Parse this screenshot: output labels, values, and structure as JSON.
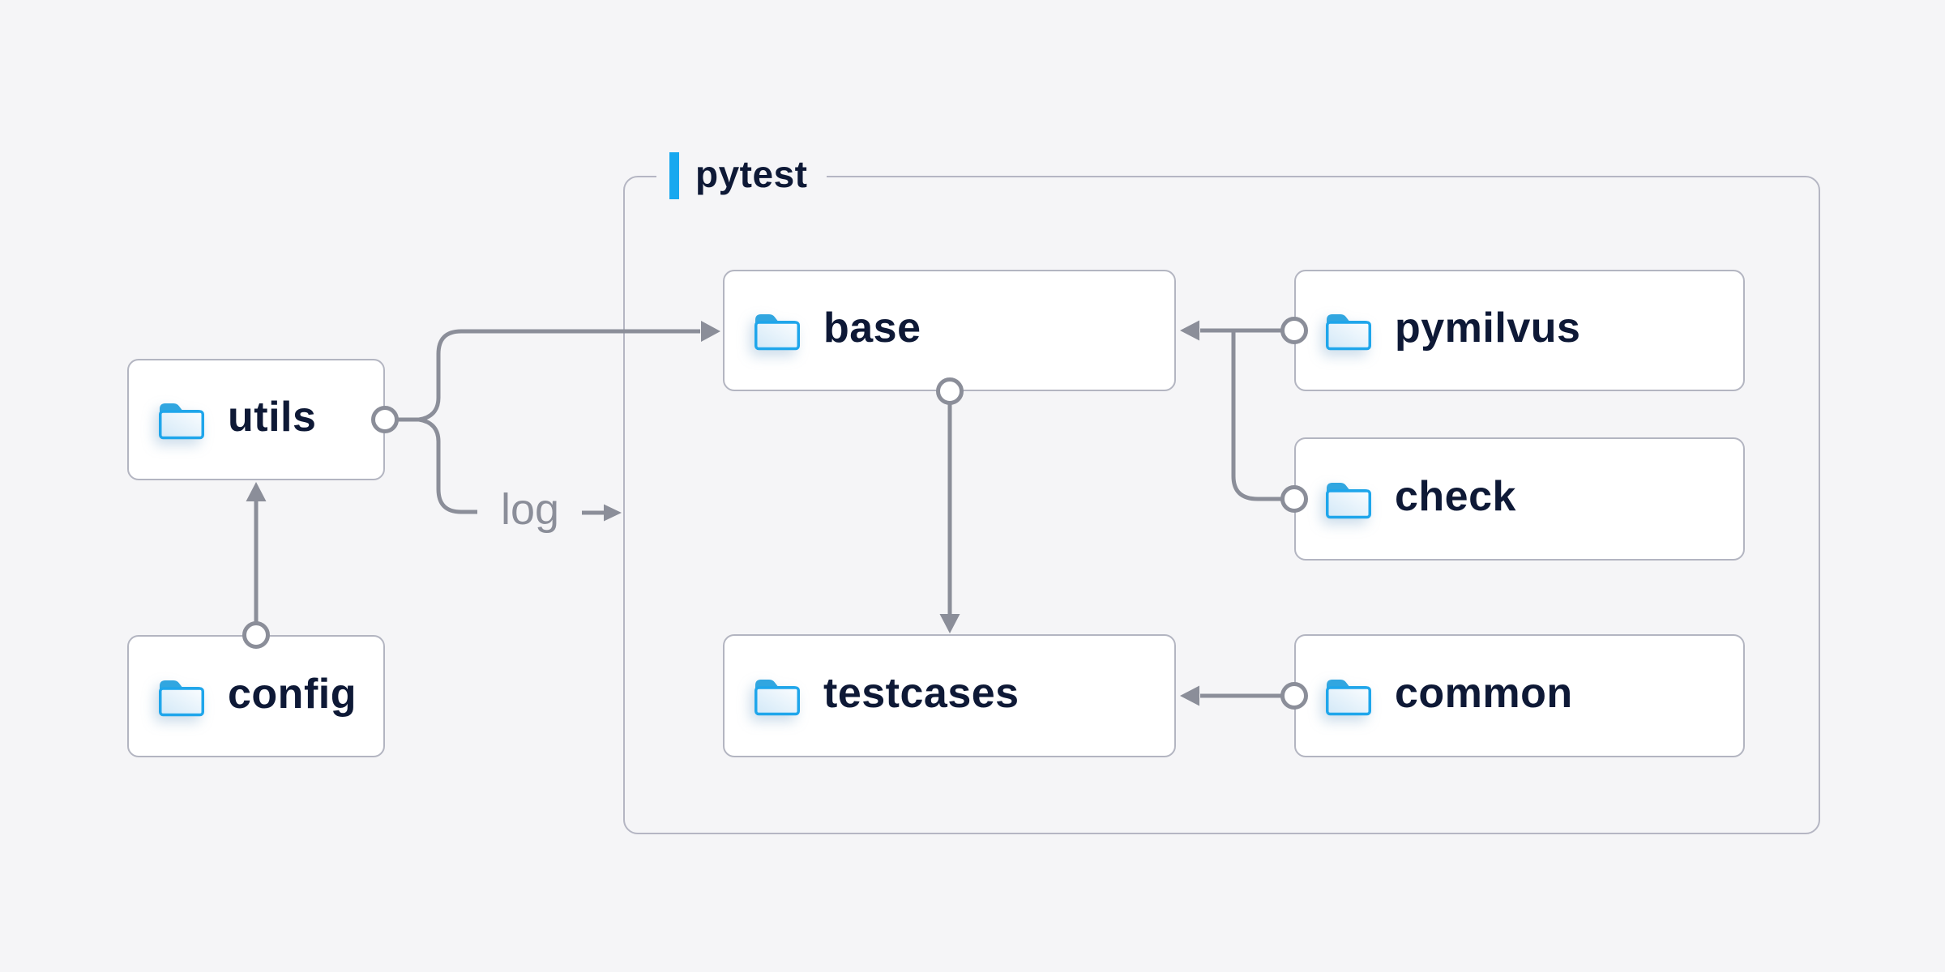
{
  "diagram": {
    "title": "pytest",
    "log_label": "log",
    "nodes": {
      "utils": {
        "label": "utils",
        "icon": "folder-icon"
      },
      "config": {
        "label": "config",
        "icon": "folder-icon"
      },
      "base": {
        "label": "base",
        "icon": "folder-icon"
      },
      "testcases": {
        "label": "testcases",
        "icon": "folder-icon"
      },
      "pymilvus": {
        "label": "pymilvus",
        "icon": "folder-icon"
      },
      "check": {
        "label": "check",
        "icon": "folder-icon"
      },
      "common": {
        "label": "common",
        "icon": "folder-icon"
      }
    },
    "edges": [
      {
        "from": "config",
        "to": "utils"
      },
      {
        "from": "utils",
        "to": "base"
      },
      {
        "from": "utils",
        "to": "log"
      },
      {
        "from": "pymilvus",
        "to": "base"
      },
      {
        "from": "check",
        "to": "base"
      },
      {
        "from": "base",
        "to": "testcases"
      },
      {
        "from": "common",
        "to": "testcases"
      }
    ],
    "colors": {
      "background": "#f5f5f7",
      "node_fill": "#ffffff",
      "node_border": "#b3b5c1",
      "container_border": "#b5b6c3",
      "connector": "#8b8e99",
      "label_text": "#0e1936",
      "muted_text": "#8b8e99",
      "accent_blue": "#17a8ef",
      "folder_border_blue": "#1fa6eb",
      "folder_back_blue": "#31a6e0"
    }
  }
}
